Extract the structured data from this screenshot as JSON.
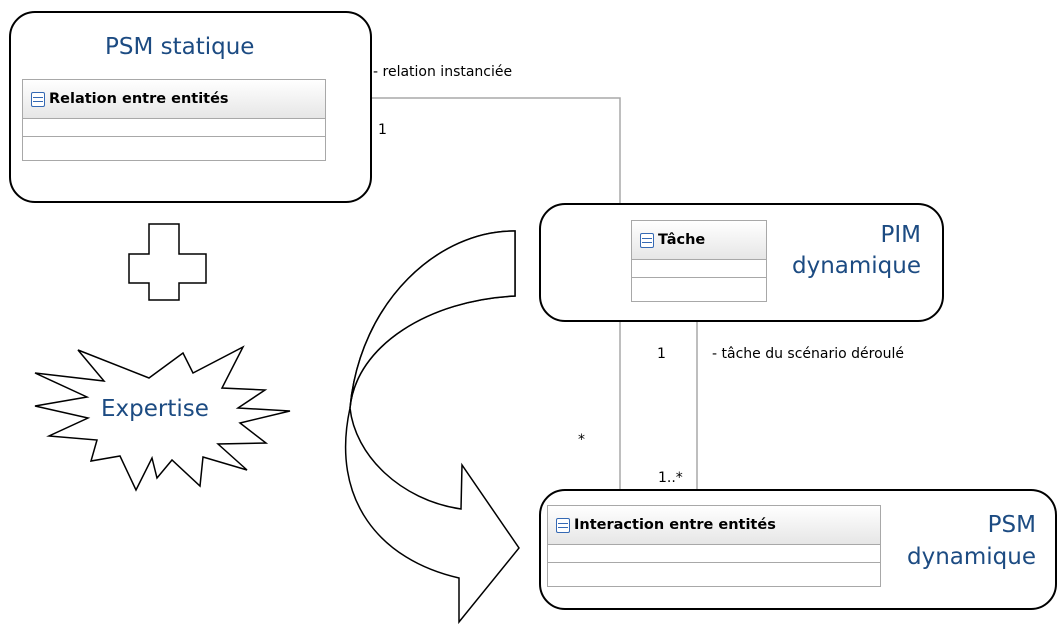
{
  "regions": {
    "psm_statique": {
      "title": "PSM statique"
    },
    "pim_dynamique": {
      "title_line1": "PIM",
      "title_line2": "dynamique"
    },
    "psm_dynamique": {
      "title_line1": "PSM",
      "title_line2": "dynamique"
    }
  },
  "classes": {
    "relation": {
      "name": "Relation entre entités"
    },
    "tache": {
      "name": "Tâche"
    },
    "interaction": {
      "name": "Interaction entre entités"
    }
  },
  "associations": {
    "relation_instanciee": {
      "role": "- relation instanciée",
      "mult_target": "1",
      "mult_source": "*"
    },
    "tache_scenario": {
      "role": "- tâche du scénario déroulé",
      "mult_target": "1",
      "mult_source": "1..*"
    }
  },
  "expertise": {
    "label": "Expertise"
  },
  "colors": {
    "title_blue": "#1c4b82",
    "arrow_gray": "#d3d3d3",
    "connector_gray": "#a8a8a8",
    "class_icon": "#3569b4"
  },
  "icons": [
    "plus-shape-icon",
    "explosion-shape-icon",
    "curved-arrow-icon",
    "class-icon"
  ]
}
